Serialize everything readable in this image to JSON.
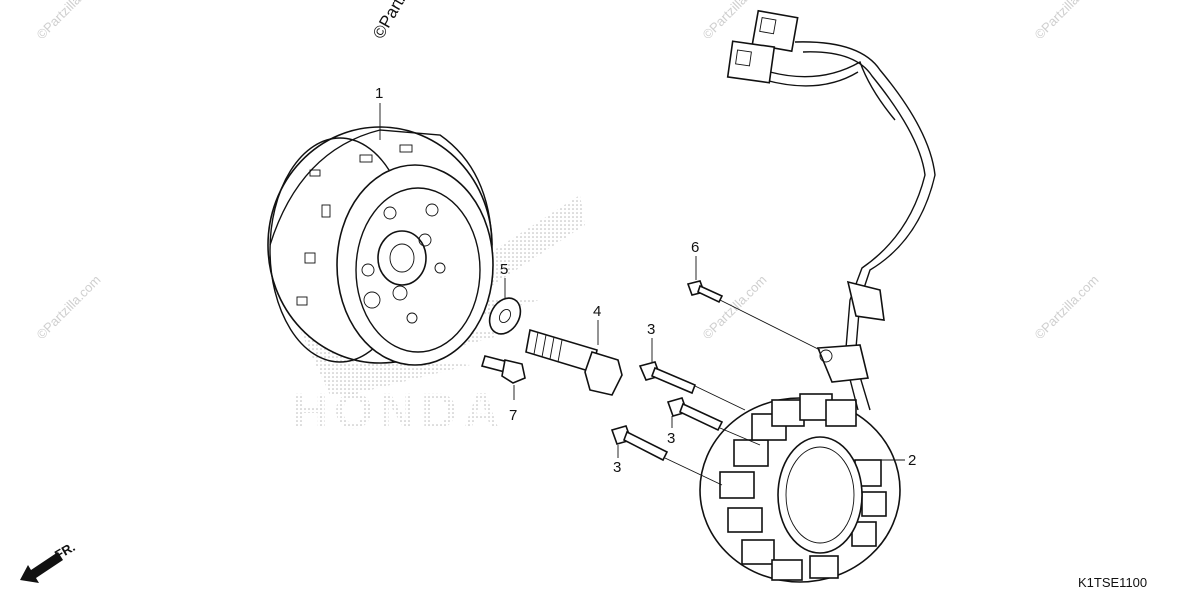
{
  "diagram_code": "K1TSE1100",
  "direction_label": "FR.",
  "logo_text": "HONDA",
  "watermark_text": "©Partzilla.com",
  "watermark_top_fragment": "©Partz",
  "callouts": {
    "flywheel": "1",
    "stator": "2",
    "bolt_a": "3",
    "bolt_b": "3",
    "bolt_c": "3",
    "flywheel_bolt": "4",
    "washer": "5",
    "sensor_bolt": "6",
    "dowel_bolt": "7"
  },
  "colors": {
    "line": "#111111",
    "watermark": "#cfcfcf",
    "logo_dots": "#b8b8b8"
  }
}
